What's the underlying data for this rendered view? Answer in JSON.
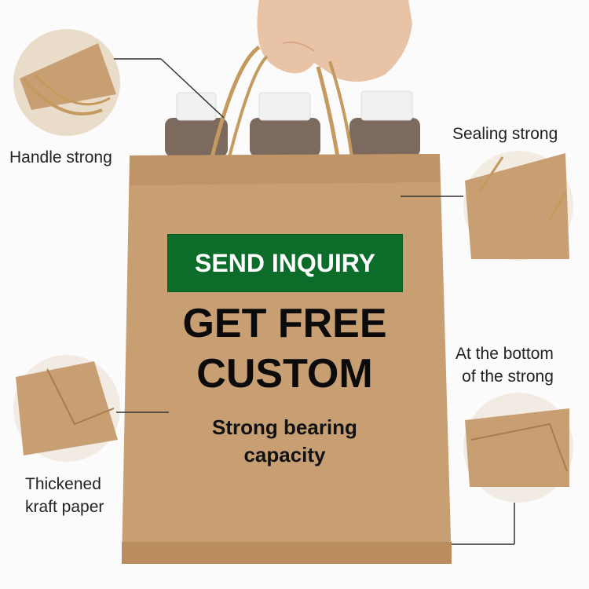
{
  "callouts": {
    "handle": "Handle strong",
    "sealing": "Sealing strong",
    "bottom_line1": "At the bottom",
    "bottom_line2": "of the strong",
    "paper_line1": "Thickened",
    "paper_line2": "kraft paper"
  },
  "bag": {
    "button_label": "SEND INQUIRY",
    "headline_line1": "GET FREE",
    "headline_line2": "CUSTOM",
    "sub_line1": "Strong bearing",
    "sub_line2": "capacity"
  },
  "colors": {
    "kraft": "#c49a6c",
    "button_green": "#0c6d2a",
    "text_dark": "#0b0b0b"
  }
}
